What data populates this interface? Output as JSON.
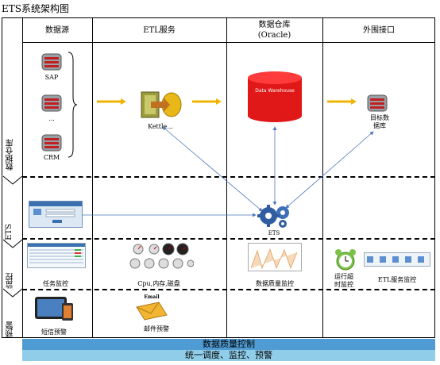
{
  "title": "ETS系统架构图",
  "columns": {
    "sources": "数据源",
    "etl": "ETL服务",
    "dw_line1": "数据仓库",
    "dw_line2": "(Oracle)",
    "external": "外围接口"
  },
  "rows": {
    "dw": "数据仓库",
    "ets": "ETS",
    "monitor": "监控",
    "alert": "预警"
  },
  "sources": [
    "SAP",
    "...",
    "CRM"
  ],
  "etl_tool": "Kettle...",
  "warehouse": "Data Warehouse",
  "target_db": [
    "目标数",
    "据库"
  ],
  "ets_label": "ETS",
  "monitoring": {
    "task": "任务监控",
    "cpu": "Cpu,内存,磁盘",
    "quality": "数据质量监控",
    "timeout": [
      "运行超",
      "时监控"
    ],
    "etl_service": "ETL服务监控"
  },
  "alerts": {
    "sms": "短信预警",
    "email_caption": "邮件预警",
    "email_icon_text": "Email"
  },
  "bars": {
    "quality_control": "数据质量控制",
    "unified": "统一调度、监控、预警"
  },
  "colors": {
    "bar_fill": "#4f9bd3",
    "bar_fill_2": "#8fcde8",
    "arrow": "#f0b400",
    "connector": "#4a78b8",
    "warehouse": "#e01818"
  }
}
